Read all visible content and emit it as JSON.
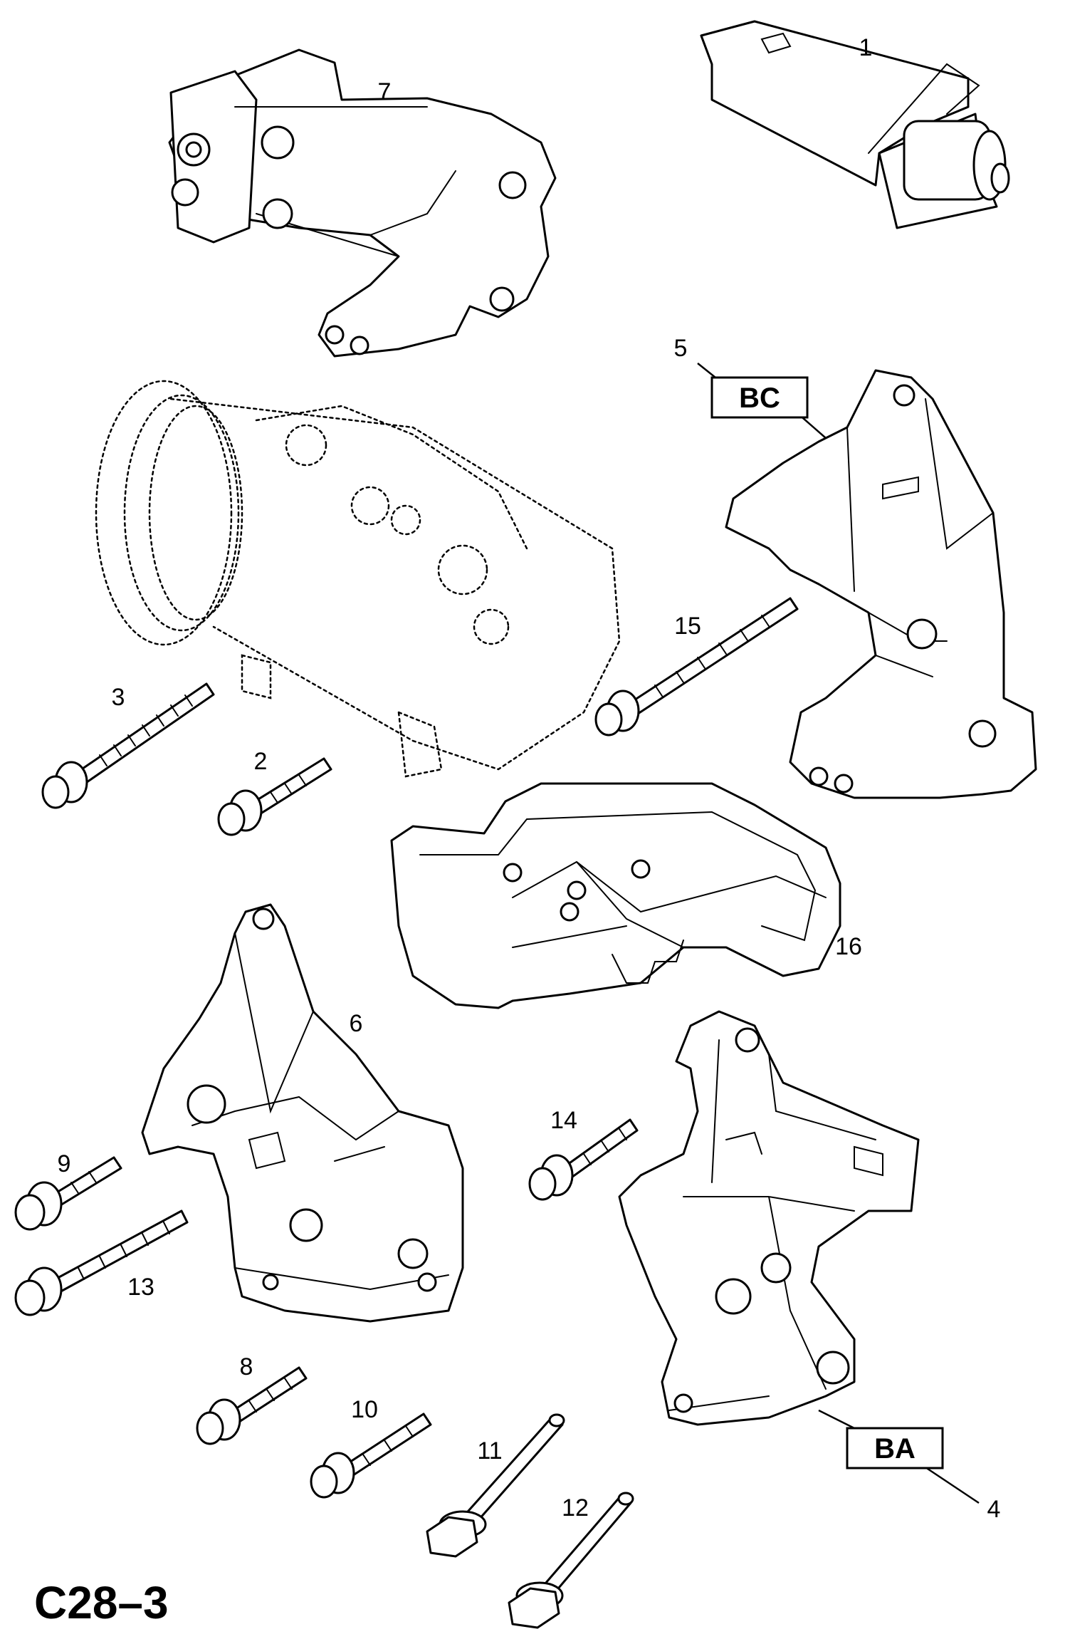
{
  "diagram": {
    "page_id": "C28–3",
    "callouts": [
      {
        "id": "c1",
        "text": "1"
      },
      {
        "id": "c2",
        "text": "2"
      },
      {
        "id": "c3",
        "text": "3"
      },
      {
        "id": "c4",
        "text": "4"
      },
      {
        "id": "c5",
        "text": "5"
      },
      {
        "id": "c6",
        "text": "6"
      },
      {
        "id": "c7",
        "text": "7"
      },
      {
        "id": "c8",
        "text": "8"
      },
      {
        "id": "c9",
        "text": "9"
      },
      {
        "id": "c10",
        "text": "10"
      },
      {
        "id": "c11",
        "text": "11"
      },
      {
        "id": "c12",
        "text": "12"
      },
      {
        "id": "c13",
        "text": "13"
      },
      {
        "id": "c14",
        "text": "14"
      },
      {
        "id": "c15",
        "text": "15"
      },
      {
        "id": "c16",
        "text": "16"
      }
    ],
    "boxed_labels": {
      "bc": "BC",
      "ba": "BA"
    }
  }
}
